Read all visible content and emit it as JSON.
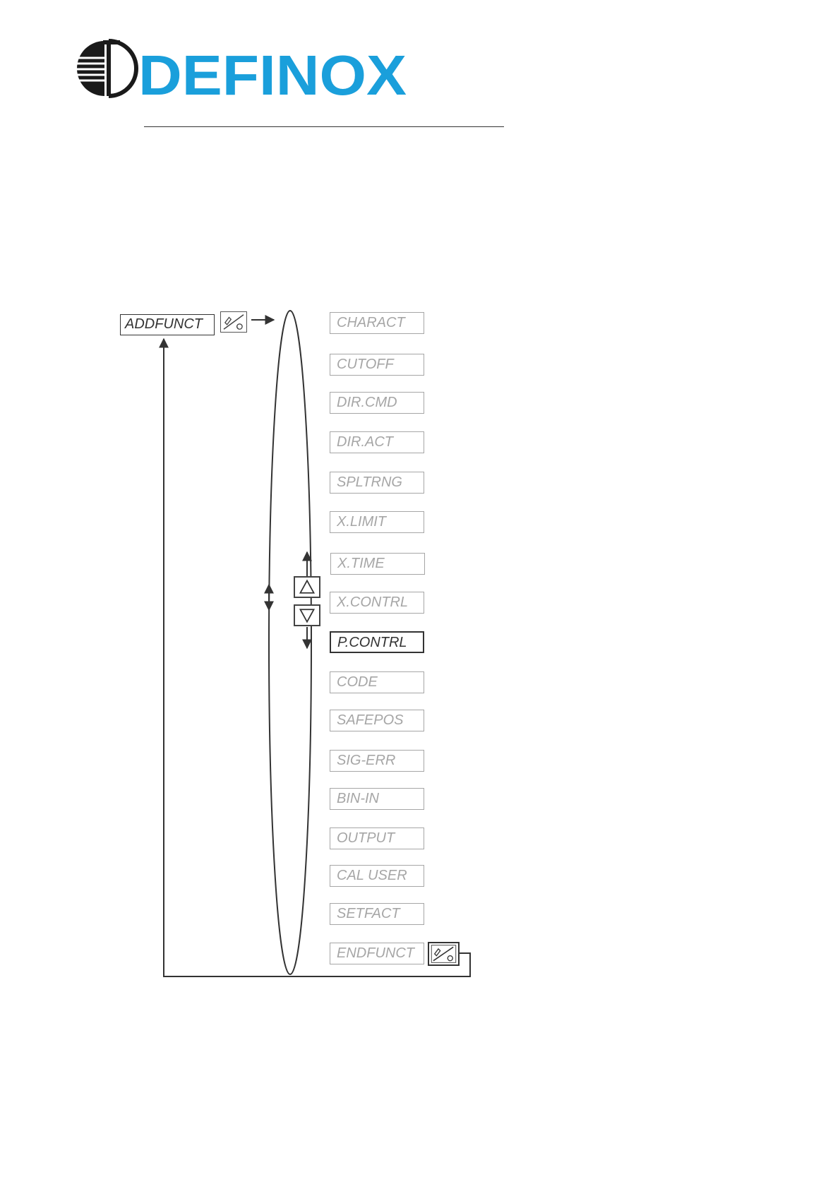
{
  "logo": {
    "text": "DEFINOX",
    "brand_color": "#1a9fdb",
    "mark_color": "#1a1a1a"
  },
  "header_box": {
    "label": "ADDFUNCT"
  },
  "menu": {
    "items": [
      {
        "label": "CHARACT",
        "active": false
      },
      {
        "label": "CUTOFF",
        "active": false
      },
      {
        "label": "DIR.CMD",
        "active": false
      },
      {
        "label": "DIR.ACT",
        "active": false
      },
      {
        "label": "SPLTRNG",
        "active": false
      },
      {
        "label": "X.LIMIT",
        "active": false
      },
      {
        "label": "X.TIME",
        "active": false
      },
      {
        "label": "X.CONTRL",
        "active": false
      },
      {
        "label": "P.CONTRL",
        "active": true
      },
      {
        "label": "CODE",
        "active": false
      },
      {
        "label": "SAFEPOS",
        "active": false
      },
      {
        "label": "SIG-ERR",
        "active": false
      },
      {
        "label": "BIN-IN",
        "active": false
      },
      {
        "label": "OUTPUT",
        "active": false
      },
      {
        "label": "CAL USER",
        "active": false
      },
      {
        "label": "SETFACT",
        "active": false
      },
      {
        "label": "ENDFUNCT",
        "active": false
      }
    ]
  },
  "icons": {
    "enter": "enter-menu-icon",
    "exit": "exit-menu-icon",
    "up": "up-arrow-icon",
    "down": "down-arrow-icon"
  },
  "colors": {
    "inactive": "#a6a6a6",
    "active": "#333333",
    "line": "#333333"
  }
}
